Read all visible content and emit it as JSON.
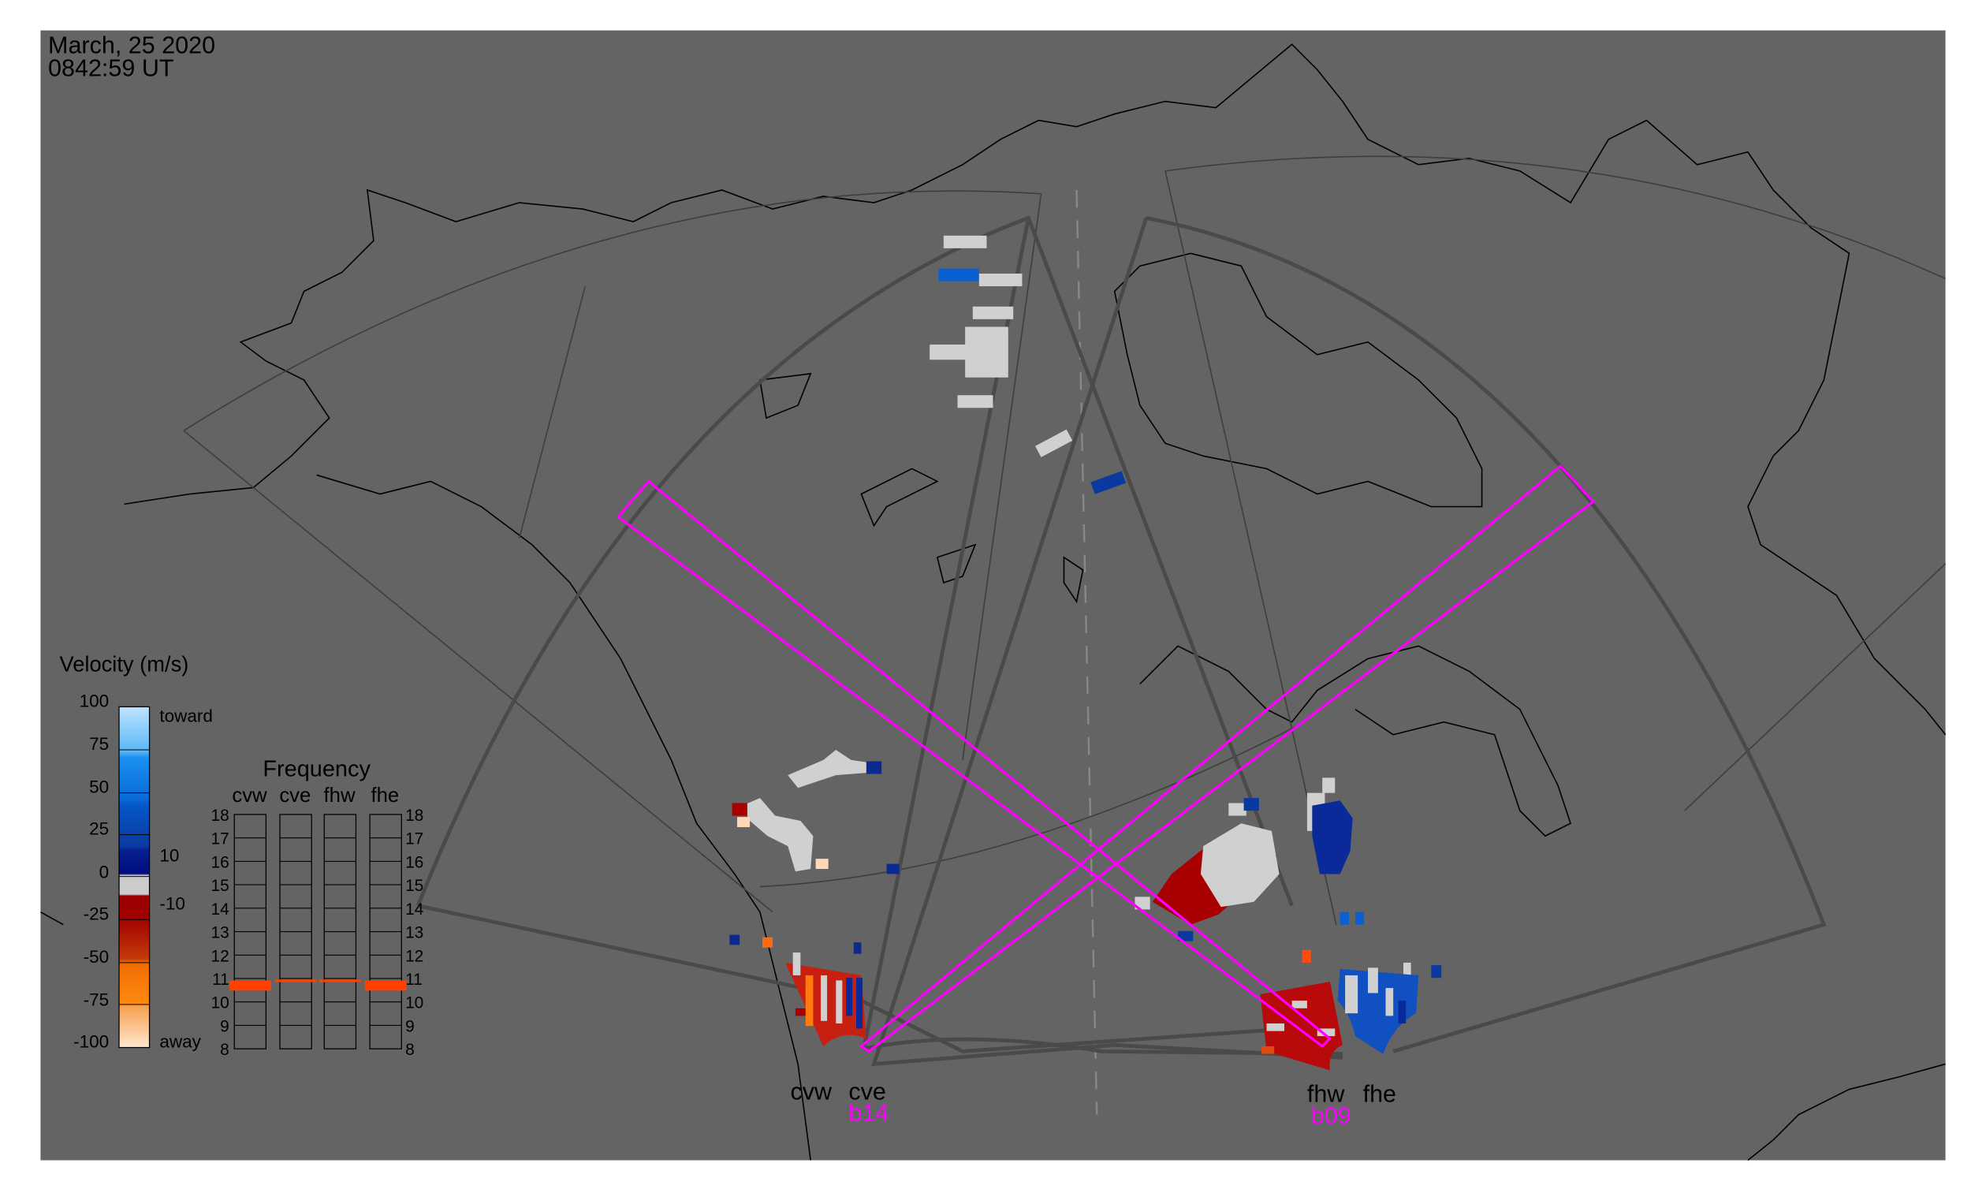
{
  "header": {
    "date": "March, 25 2020",
    "time": "0842:59 UT"
  },
  "velocity_legend": {
    "title": "Velocity (m/s)",
    "ticks": [
      "100",
      "75",
      "50",
      "25",
      "0",
      "-25",
      "-50",
      "-75",
      "-100"
    ],
    "toward_label": "toward",
    "away_label": "away",
    "threshold_high": "10",
    "threshold_low": "-10"
  },
  "frequency_panel": {
    "title": "Frequency",
    "radars": [
      "cvw",
      "cve",
      "fhw",
      "fhe"
    ],
    "ticks": [
      "18",
      "17",
      "16",
      "15",
      "14",
      "13",
      "12",
      "11",
      "10",
      "9",
      "8"
    ],
    "frequencies_mhz": {
      "cvw": 10.7,
      "cve": 10.9,
      "fhw": 10.9,
      "fhe": 10.7
    }
  },
  "radars": {
    "west_pair": {
      "left": "cvw",
      "right": "cve",
      "beam": "b14"
    },
    "east_pair": {
      "left": "fhw",
      "right": "fhe",
      "beam": "b09"
    }
  },
  "colors": {
    "map_bg": "#646464",
    "coast": "#000000",
    "fov": "#4a4a4a",
    "beam": "#ff00ff",
    "gs": "#d0d0d0",
    "toward": "#0033aa",
    "away": "#a80000"
  }
}
